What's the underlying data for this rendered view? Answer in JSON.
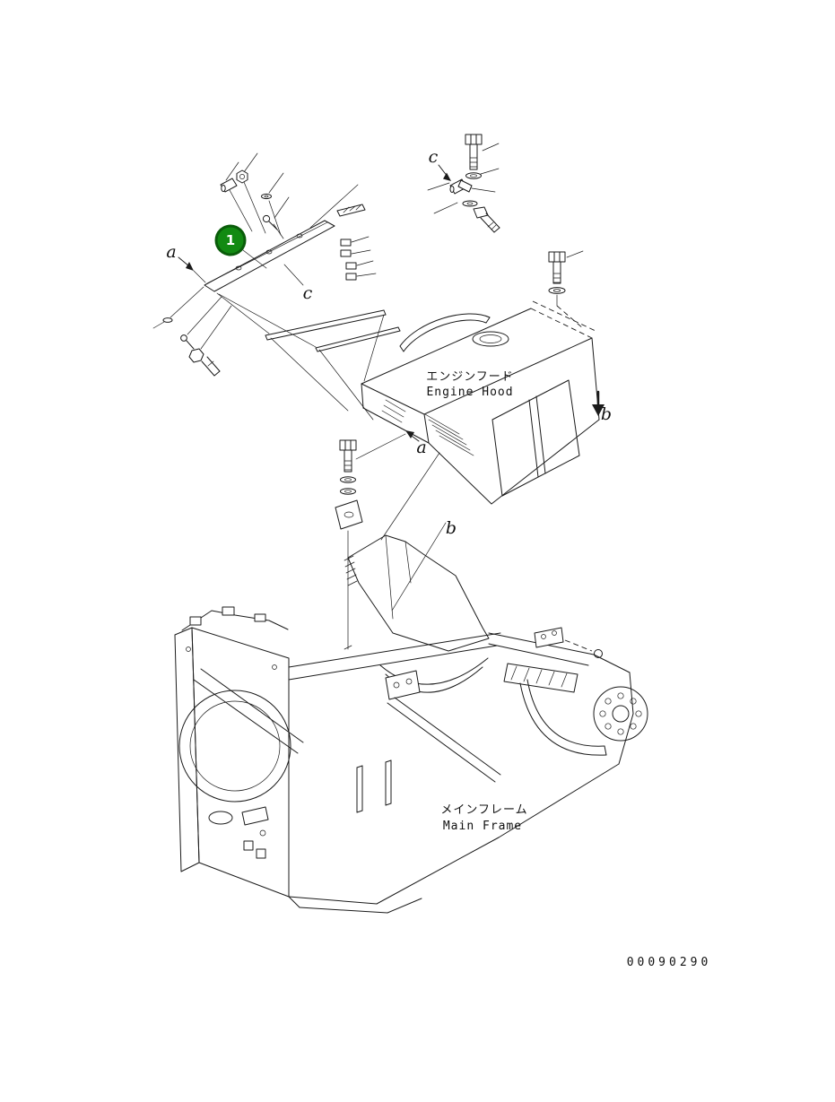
{
  "diagram": {
    "balloon": {
      "label": "1",
      "fill_color": "#128a12",
      "ring_color": "#0a5c0a",
      "text_color": "#ffffff"
    },
    "labels": {
      "a_top": "a",
      "c_top": "c",
      "c_mid": "c",
      "a_mid": "a",
      "b_right": "b",
      "b_mid": "b"
    },
    "engine_hood": {
      "label_jp": "エンジンフード",
      "label_en": "Engine Hood"
    },
    "main_frame": {
      "label_jp": "メインフレーム",
      "label_en": "Main Frame"
    },
    "doc_number": "00090290"
  }
}
